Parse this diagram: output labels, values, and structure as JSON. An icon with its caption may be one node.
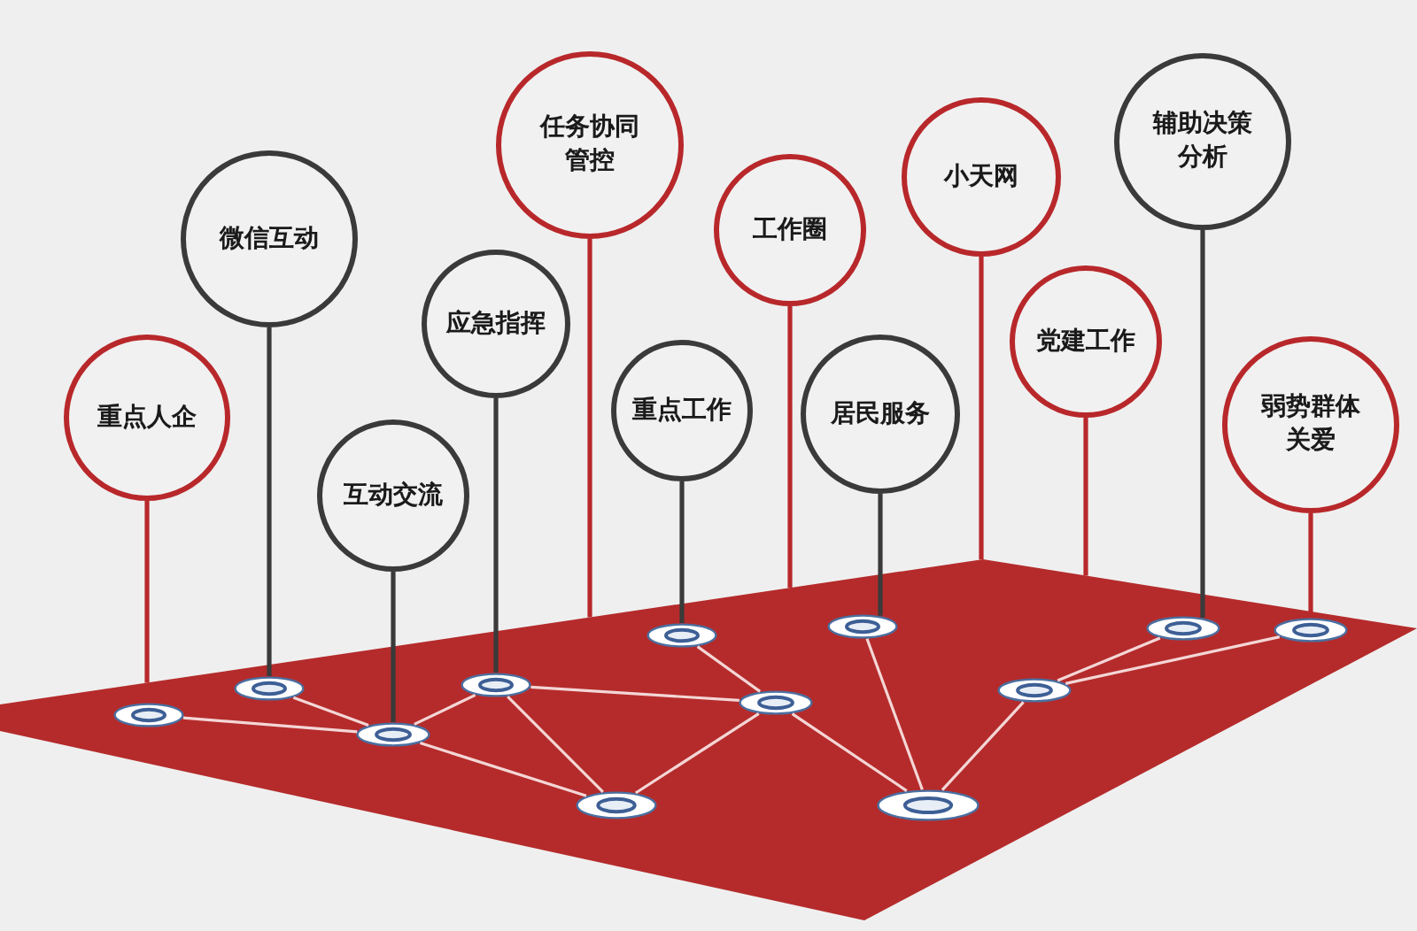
{
  "diagram": {
    "nodes": [
      {
        "text": [
          "重点人企"
        ]
      },
      {
        "text": [
          "微信互动"
        ]
      },
      {
        "text": [
          "互动交流"
        ]
      },
      {
        "text": [
          "应急指挥"
        ]
      },
      {
        "text": [
          "任务协同管控"
        ]
      },
      {
        "text": [
          "重点工作"
        ]
      },
      {
        "text": [
          "工作圈"
        ]
      },
      {
        "text": [
          "居民服务"
        ]
      },
      {
        "text": [
          "小天网"
        ]
      },
      {
        "text": [
          "党建工作"
        ]
      },
      {
        "text": [
          "辅助决策分析"
        ]
      },
      {
        "text": [
          "弱势群体关爱"
        ]
      },
      {
        "text": [],
        "shape": "box"
      },
      {
        "text": [],
        "shape": "circle",
        "in": 12
      },
      {
        "text": [],
        "shape": "circle",
        "in": 12
      },
      {
        "text": [],
        "shape": "circle",
        "in": 12
      },
      {
        "text": [],
        "shape": "circle",
        "in": 12
      },
      {
        "text": [],
        "shape": "circle",
        "in": 12
      },
      {
        "text": [],
        "shape": "circle",
        "in": 12
      },
      {
        "text": [],
        "shape": "circle",
        "in": 12
      },
      {
        "text": [],
        "shape": "circle",
        "in": 12
      },
      {
        "text": [],
        "shape": "circle",
        "in": 12
      },
      {
        "text": [],
        "shape": "circle",
        "in": 12
      },
      {
        "text": [],
        "shape": "circle",
        "in": 12
      },
      {
        "text": [],
        "shape": "circle",
        "in": 12
      }
    ],
    "edges": [
      {
        "from": 0,
        "to": 12,
        "arrow": "none",
        "color": "#b8282b"
      },
      {
        "from": 1,
        "to": 14,
        "arrow": "none",
        "color": "#3a3a3a"
      },
      {
        "from": 2,
        "to": 15,
        "arrow": "none",
        "color": "#3a3a3a"
      },
      {
        "from": 3,
        "to": 16,
        "arrow": "none",
        "color": "#3a3a3a"
      },
      {
        "from": 4,
        "to": 12,
        "arrow": "none",
        "color": "#b8282b"
      },
      {
        "from": 5,
        "to": 18,
        "arrow": "none",
        "color": "#3a3a3a"
      },
      {
        "from": 6,
        "to": 12,
        "arrow": "none",
        "color": "#b8282b"
      },
      {
        "from": 7,
        "to": 20,
        "arrow": "none",
        "color": "#3a3a3a"
      },
      {
        "from": 8,
        "to": 12,
        "arrow": "none",
        "color": "#b8282b"
      },
      {
        "from": 9,
        "to": 12,
        "arrow": "none",
        "color": "#b8282b"
      },
      {
        "from": 10,
        "to": 23,
        "arrow": "none",
        "color": "#3a3a3a"
      },
      {
        "from": 11,
        "to": 24,
        "arrow": "none",
        "color": "#b8282b"
      },
      {
        "from": 13,
        "to": 15,
        "arrow": "none"
      },
      {
        "from": 14,
        "to": 15,
        "arrow": "none"
      },
      {
        "from": 15,
        "to": 16,
        "arrow": "none"
      },
      {
        "from": 15,
        "to": 17,
        "arrow": "none"
      },
      {
        "from": 16,
        "to": 17,
        "arrow": "none"
      },
      {
        "from": 16,
        "to": 19,
        "arrow": "none"
      },
      {
        "from": 18,
        "to": 19,
        "arrow": "none"
      },
      {
        "from": 17,
        "to": 19,
        "arrow": "none"
      },
      {
        "from": 19,
        "to": 21,
        "arrow": "none"
      },
      {
        "from": 20,
        "to": 21,
        "arrow": "none"
      },
      {
        "from": 21,
        "to": 22,
        "arrow": "none"
      },
      {
        "from": 22,
        "to": 23,
        "arrow": "none"
      },
      {
        "from": 22,
        "to": 24,
        "arrow": "none"
      }
    ]
  }
}
